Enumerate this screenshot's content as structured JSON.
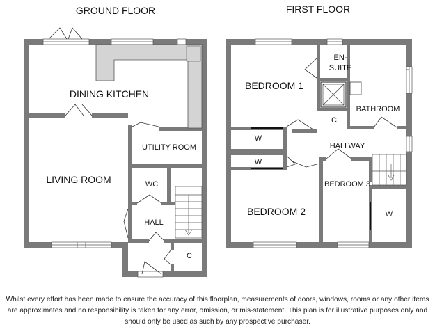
{
  "ground_floor": {
    "title": "GROUND FLOOR",
    "rooms": {
      "dining_kitchen": "DINING KITCHEN",
      "utility_room": "UTILITY ROOM",
      "living_room": "LIVING ROOM",
      "wc": "WC",
      "hall": "HALL",
      "cupboard": "C"
    }
  },
  "first_floor": {
    "title": "FIRST FLOOR",
    "rooms": {
      "bedroom_1": "BEDROOM 1",
      "en_suite_line1": "EN-",
      "en_suite_line2": "SUITE",
      "bathroom": "BATHROOM",
      "cupboard": "C",
      "wardrobe_1": "W",
      "wardrobe_2": "W",
      "hallway": "HALLWAY",
      "bedroom_3": "BEDROOM 3",
      "wardrobe_3": "W",
      "bedroom_2": "BEDROOM 2"
    }
  },
  "disclaimer": "Whilst every effort has been made to ensure the accuracy of this floorplan, measurements of doors, windows, rooms or any other items are approximates and no responsibility is taken for any error, omission, or mis-statement. This plan is for illustrative purposes only and should only be used as such by any prospective purchaser.",
  "colors": {
    "wall": "#7a7a7a",
    "fixture": "#d4d4d4",
    "line": "#222222"
  }
}
